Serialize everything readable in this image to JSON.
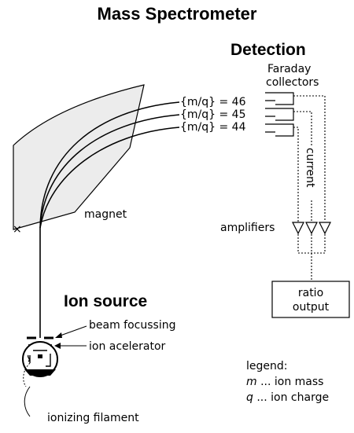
{
  "title": "Mass Spectrometer",
  "sections": {
    "detection": "Detection",
    "ion_source": "Ion source"
  },
  "labels": {
    "faraday_line1": "Faraday",
    "faraday_line2": "collectors",
    "magnet": "magnet",
    "magnet_mark": "×",
    "current": "current",
    "amplifiers": "amplifiers",
    "ratio_line1": "ratio",
    "ratio_line2": "output",
    "beam_focussing": "beam focussing",
    "ion_acelerator": "ion acelerator",
    "ionizing_filament": "ionizing filament",
    "mq_46": "{m/q} = 46",
    "mq_45": "{m/q} = 45",
    "mq_44": "{m/q} = 44"
  },
  "legend": {
    "heading": "legend:",
    "m_symbol": "m",
    "m_text": " ... ion mass",
    "q_symbol": "q",
    "q_text": " ... ion charge"
  },
  "colors": {
    "magnet_fill": "#ececec",
    "line": "#000000"
  }
}
